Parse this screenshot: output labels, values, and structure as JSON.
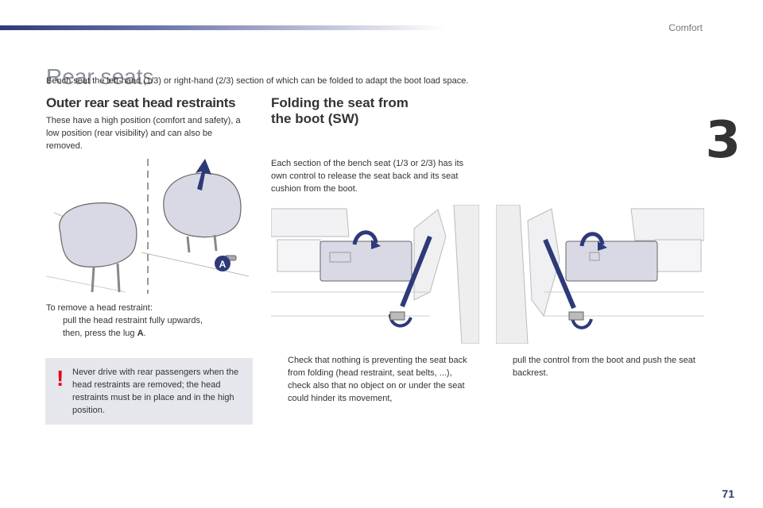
{
  "header": {
    "section": "Comfort",
    "chapter": "3"
  },
  "page": {
    "title": "Rear seats",
    "intro": "Bench seat the left-hand (1/3) or right-hand (2/3) section of which can be folded to adapt the boot load space.",
    "number": "71"
  },
  "headrests": {
    "heading": "Outer rear seat head restraints",
    "description": "These have a high position (comfort and safety), a low position (rear visibility) and can also be removed.",
    "figure_label": "A",
    "removal_intro": "To remove a head restraint:",
    "steps": [
      {
        "mark": "",
        "text": "pull the head restraint fully upwards,"
      },
      {
        "mark": "",
        "text_before": "then, press the lug ",
        "bold": "A",
        "text_after": "."
      }
    ],
    "warning": "Never drive with rear passengers when the head restraints are removed; the head restraints must be in place and in the high position."
  },
  "folding": {
    "heading": "Folding the seat from the boot (SW)",
    "description": "Each section of the bench seat (1/3 or 2/3) has its own control to release the seat back and its seat cushion from the boot.",
    "steps_left": [
      {
        "mark": "",
        "text": "Check that nothing is preventing the seat back from folding (head restraint, seat belts, ...),"
      },
      {
        "mark": "",
        "text": "check also that no object on or under the seat could hinder its movement,"
      }
    ],
    "steps_right": [
      {
        "mark": "",
        "text": "pull the control from the boot and push the seat backrest."
      }
    ]
  },
  "colors": {
    "accent": "#2e3a78",
    "warning": "#e2001a",
    "panel": "#e6e7ec"
  }
}
